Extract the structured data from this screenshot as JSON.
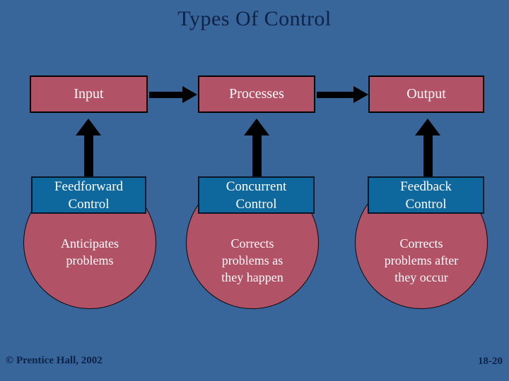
{
  "slide": {
    "title": "Types Of Control",
    "footer_left": "© Prentice Hall, 2002",
    "footer_right": "18-20"
  },
  "colors": {
    "background": "#38659a",
    "rose": "#b25266",
    "blue_box": "#0e689e",
    "dark_text": "#0d2348",
    "arrow": "#000000",
    "box_text": "#ffffff"
  },
  "columns": [
    {
      "stage": "Input",
      "control": "Feedforward\nControl",
      "description": "Anticipates\nproblems"
    },
    {
      "stage": "Processes",
      "control": "Concurrent\nControl",
      "description": "Corrects\nproblems as\nthey happen"
    },
    {
      "stage": "Output",
      "control": "Feedback\nControl",
      "description": "Corrects\nproblems after\nthey occur"
    }
  ]
}
